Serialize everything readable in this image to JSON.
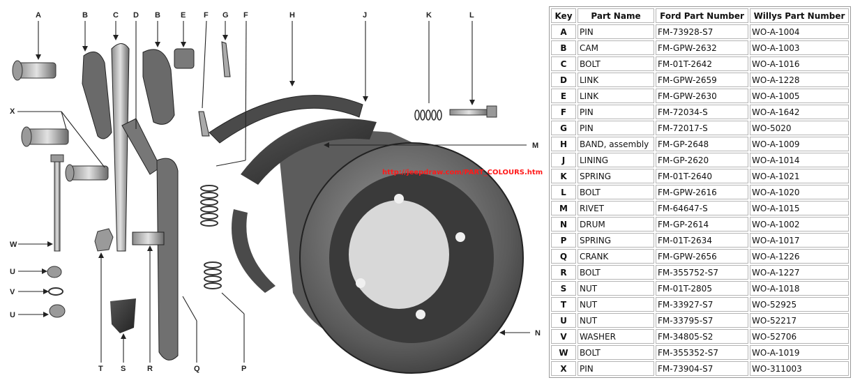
{
  "diagram": {
    "watermark": "http://jeepdraw.com/PART_COLOURS.htm",
    "labels": {
      "A": "A",
      "B1": "B",
      "C": "C",
      "D": "D",
      "B2": "B",
      "E": "E",
      "F1": "F",
      "G": "G",
      "F2": "F",
      "H": "H",
      "J": "J",
      "K": "K",
      "L": "L",
      "M": "M",
      "N": "N",
      "X": "X",
      "W": "W",
      "U1": "U",
      "V": "V",
      "U2": "U",
      "T": "T",
      "S": "S",
      "R": "R",
      "Q": "Q",
      "P": "P"
    }
  },
  "table": {
    "headers": [
      "Key",
      "Part Name",
      "Ford Part Number",
      "Willys Part Number"
    ],
    "rows": [
      [
        "A",
        "PIN",
        "FM-73928-S7",
        "WO-A-1004"
      ],
      [
        "B",
        "CAM",
        "FM-GPW-2632",
        "WO-A-1003"
      ],
      [
        "C",
        "BOLT",
        "FM-01T-2642",
        "WO-A-1016"
      ],
      [
        "D",
        "LINK",
        "FM-GPW-2659",
        "WO-A-1228"
      ],
      [
        "E",
        "LINK",
        "FM-GPW-2630",
        "WO-A-1005"
      ],
      [
        "F",
        "PIN",
        "FM-72034-S",
        "WO-A-1642"
      ],
      [
        "G",
        "PIN",
        "FM-72017-S",
        "WO-5020"
      ],
      [
        "H",
        "BAND, assembly",
        "FM-GP-2648",
        "WO-A-1009"
      ],
      [
        "J",
        "LINING",
        "FM-GP-2620",
        "WO-A-1014"
      ],
      [
        "K",
        "SPRING",
        "FM-01T-2640",
        "WO-A-1021"
      ],
      [
        "L",
        "BOLT",
        "FM-GPW-2616",
        "WO-A-1020"
      ],
      [
        "M",
        "RIVET",
        "FM-64647-S",
        "WO-A-1015"
      ],
      [
        "N",
        "DRUM",
        "FM-GP-2614",
        "WO-A-1002"
      ],
      [
        "P",
        "SPRING",
        "FM-01T-2634",
        "WO-A-1017"
      ],
      [
        "Q",
        "CRANK",
        "FM-GPW-2656",
        "WO-A-1226"
      ],
      [
        "R",
        "BOLT",
        "FM-355752-S7",
        "WO-A-1227"
      ],
      [
        "S",
        "NUT",
        "FM-01T-2805",
        "WO-A-1018"
      ],
      [
        "T",
        "NUT",
        "FM-33927-S7",
        "WO-52925"
      ],
      [
        "U",
        "NUT",
        "FM-33795-S7",
        "WO-52217"
      ],
      [
        "V",
        "WASHER",
        "FM-34805-S2",
        "WO-52706"
      ],
      [
        "W",
        "BOLT",
        "FM-355352-S7",
        "WO-A-1019"
      ],
      [
        "X",
        "PIN",
        "FM-73904-S7",
        "WO-311003"
      ]
    ]
  }
}
